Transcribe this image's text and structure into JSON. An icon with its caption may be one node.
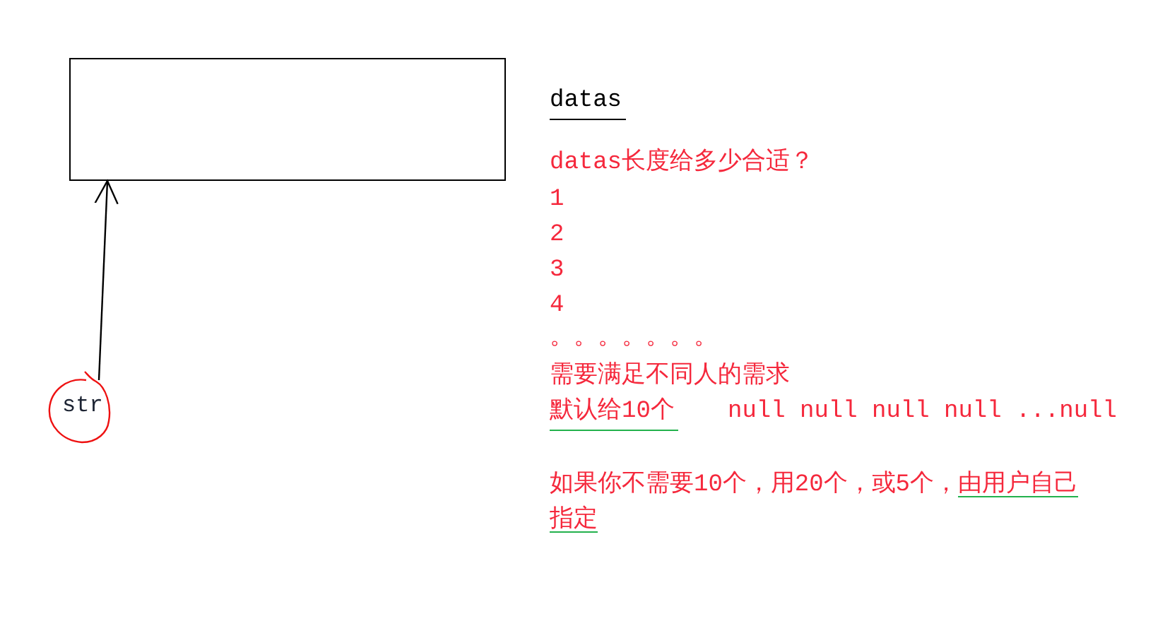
{
  "diagram": {
    "nodes": [
      {
        "text": [],
        "shape": "box"
      },
      {
        "text": [
          "str"
        ]
      }
    ],
    "edges": [
      {
        "from": 1,
        "to": 0,
        "arrow": "to"
      }
    ],
    "labels": [
      "datas",
      "datas长度给多少合适？",
      "1",
      "2",
      "3",
      "4",
      "。。。。。。。",
      "需要满足不同人的需求",
      "默认给10个",
      "null null null null ...null",
      "如果你不需要10个，用20个，或5个，由用户自己指定"
    ]
  }
}
